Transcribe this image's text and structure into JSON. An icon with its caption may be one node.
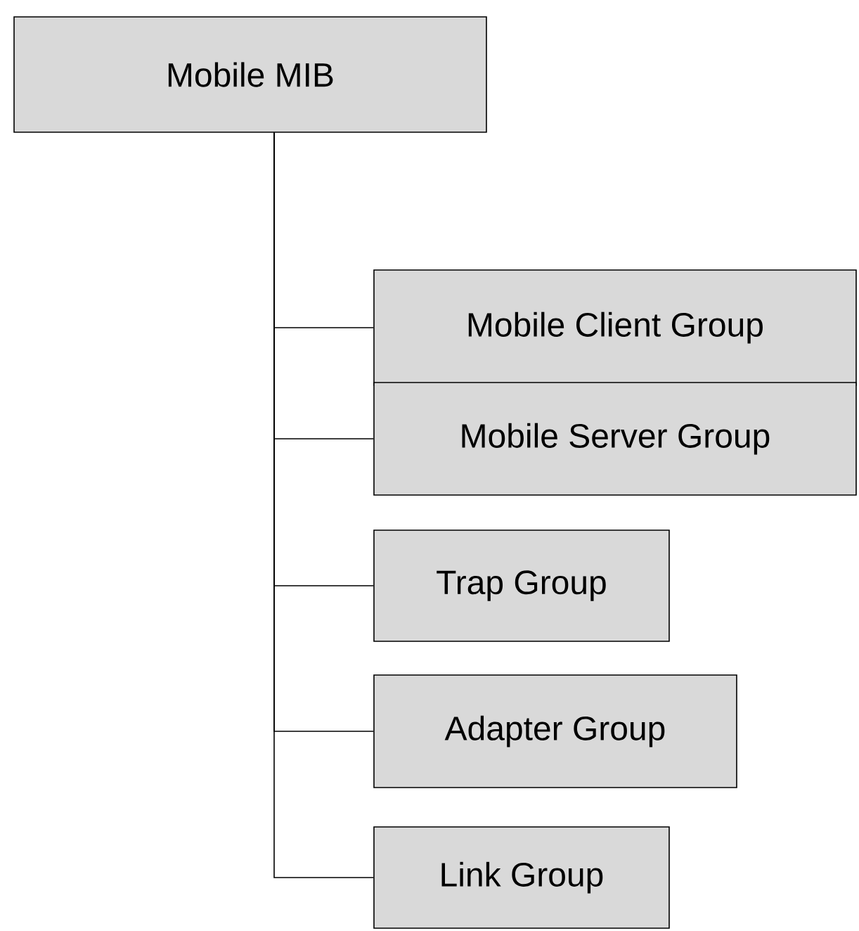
{
  "diagram": {
    "nodes": [
      {
        "text": [
          "Mobile MIB"
        ]
      },
      {
        "text": [
          "Mobile Client Group"
        ]
      },
      {
        "text": [
          "Mobile Server Group"
        ]
      },
      {
        "text": [
          "Trap Group"
        ]
      },
      {
        "text": [
          "Adapter Group"
        ]
      },
      {
        "text": [
          "Link Group"
        ]
      }
    ],
    "edges": [
      {
        "from": 0,
        "to": 1,
        "arrow": "none"
      },
      {
        "from": 0,
        "to": 2,
        "arrow": "none"
      },
      {
        "from": 0,
        "to": 3,
        "arrow": "none"
      },
      {
        "from": 0,
        "to": 4,
        "arrow": "none"
      },
      {
        "from": 0,
        "to": 5,
        "arrow": "none"
      }
    ]
  }
}
